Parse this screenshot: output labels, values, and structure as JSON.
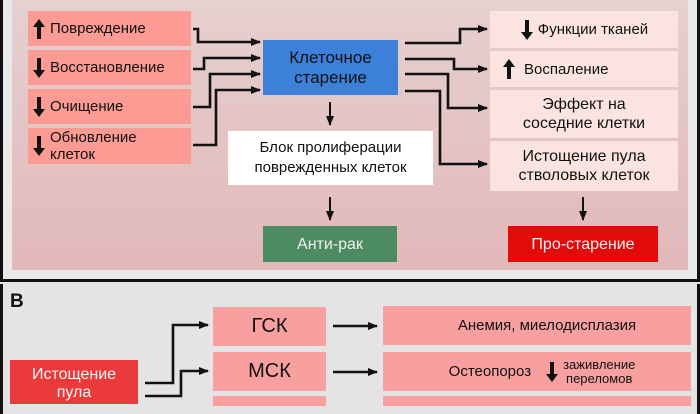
{
  "panel_a": {
    "inputs": [
      {
        "direction": "up",
        "label": "Повреждение"
      },
      {
        "direction": "down",
        "label": "Восстановление"
      },
      {
        "direction": "down",
        "label": "Очищение"
      },
      {
        "direction": "down",
        "label": "Обновление клеток",
        "line1": "Обновление",
        "line2": "клеток"
      }
    ],
    "center": {
      "line1": "Клеточное",
      "line2": "старение",
      "color": "#3d80d9"
    },
    "block": {
      "line1": "Блок пролиферации",
      "line2": "поврежденных клеток"
    },
    "outputs": [
      {
        "direction": "down",
        "label": "Функции тканей"
      },
      {
        "direction": "up",
        "label": "Воспаление"
      },
      {
        "direction": "none",
        "line1": "Эффект на",
        "line2": "соседние клетки"
      },
      {
        "direction": "none",
        "line1": "Истощение пула",
        "line2": "стволовых клеток"
      }
    ],
    "anti_cancer": {
      "label": "Анти-рак",
      "color": "#4d8c63"
    },
    "pro_aging": {
      "label": "Про-старение",
      "color": "#e30a0a"
    }
  },
  "panel_b": {
    "label": "B",
    "source": {
      "line1": "Истощение",
      "line2": "пула",
      "color": "#ea3a3c"
    },
    "cells": [
      "ГСК",
      "МСК"
    ],
    "effects": [
      {
        "label": "Анемия, миелодисплазия"
      },
      {
        "label": "Остеопороз",
        "sub_direction": "down",
        "sub_line1": "заживление",
        "sub_line2": "переломов"
      }
    ]
  }
}
